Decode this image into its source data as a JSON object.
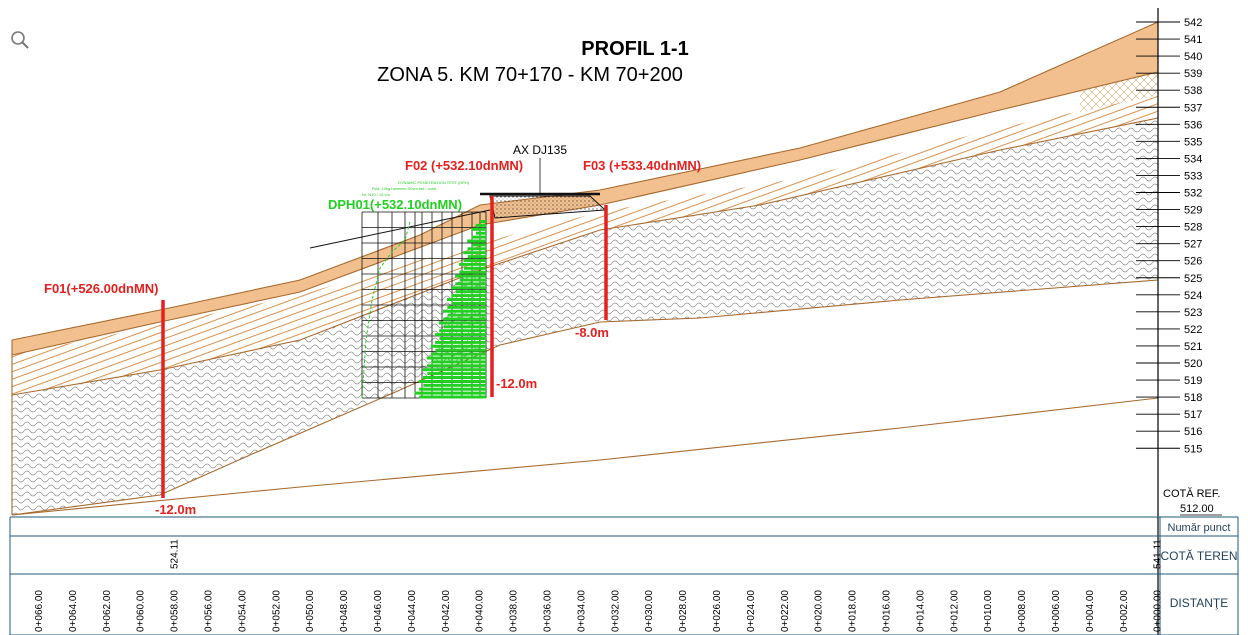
{
  "title": {
    "line1": "PROFIL 1-1",
    "line2": "ZONA 5. KM 70+170 - KM 70+200"
  },
  "toolbar": {
    "zoom_icon": "magnifier-icon"
  },
  "axis_label": "AX DJ135",
  "boreholes": [
    {
      "id": "F01",
      "label": "F01(+526.00dnMN)",
      "depth_label": "-12.0m",
      "color": "#e5201f"
    },
    {
      "id": "F02",
      "label": "F02 (+532.10dnMN)",
      "depth_label": "-12.0m",
      "color": "#e5201f"
    },
    {
      "id": "F03",
      "label": "F03 (+533.40dnMN)",
      "depth_label": "-8.0m",
      "color": "#e5201f"
    }
  ],
  "penetration_test": {
    "label": "DPH01(+532.10dnMN)",
    "caption_lines": [
      "DYNAMIC PENETRATION TEST (DPH)",
      "Rod: 10kg hammer, 50cm fall - cone",
      "Nr. N10 / 10 cm"
    ],
    "color": "#22d022"
  },
  "elevation_scale": {
    "ticks": [
      "542",
      "541",
      "540",
      "539",
      "538",
      "537",
      "536",
      "535",
      "534",
      "533",
      "532",
      "529",
      "528",
      "527",
      "526",
      "525",
      "524",
      "523",
      "522",
      "521",
      "520",
      "519",
      "518",
      "517",
      "516",
      "515"
    ],
    "ref_label": "COTĂ REF.",
    "ref_value": "512.00"
  },
  "table": {
    "rows": [
      "Număr punct",
      "COTĂ TEREN",
      "DISTANŢE"
    ],
    "terrain_values": [
      {
        "chainage": "0+058.00",
        "value": "524.11"
      },
      {
        "chainage": "0+000.00",
        "value": "541.11"
      }
    ],
    "distances": [
      "0+066.00",
      "0+064.00",
      "0+062.00",
      "0+060.00",
      "0+058.00",
      "0+056.00",
      "0+054.00",
      "0+052.00",
      "0+050.00",
      "0+048.00",
      "0+046.00",
      "0+044.00",
      "0+042.00",
      "0+040.00",
      "0+038.00",
      "0+036.00",
      "0+034.00",
      "0+032.00",
      "0+030.00",
      "0+028.00",
      "0+026.00",
      "0+024.00",
      "0+022.00",
      "0+020.00",
      "0+018.00",
      "0+016.00",
      "0+014.00",
      "0+012.00",
      "0+010.00",
      "0+008.00",
      "0+006.00",
      "0+004.00",
      "0+002.00",
      "0+000.00"
    ]
  },
  "colors": {
    "topsoil": "#f2c08f",
    "layer_line": "#a86a2e",
    "hatch": "#d4853a",
    "wave": "#8a8a8a",
    "grid": "#1f5a78",
    "borehole": "#e5201f",
    "dph": "#22d022"
  }
}
